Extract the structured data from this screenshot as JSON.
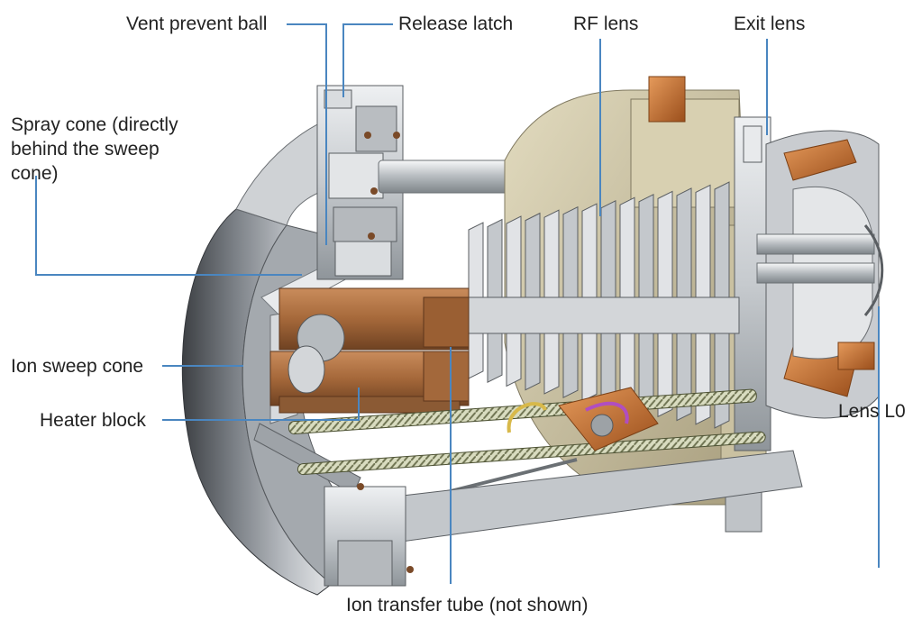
{
  "labels": {
    "vent_prevent_ball": "Vent prevent ball",
    "release_latch": "Release latch",
    "rf_lens": "RF lens",
    "exit_lens": "Exit lens",
    "spray_cone": "Spray cone (directly behind the sweep cone)",
    "ion_sweep_cone": "Ion sweep cone",
    "heater_block": "Heater block",
    "lens_l0": "Lens L0",
    "ion_transfer_tube": "Ion transfer tube (not shown)"
  },
  "colors": {
    "leader_line": "#4a86c0",
    "steel": "#c9ccd0",
    "steel_dark": "#8d9297",
    "copper": "#a5683a",
    "copper_dark": "#7a4a28",
    "beige": "#cfc6a6",
    "beige_dark": "#a79d7d",
    "orange": "#c9702d",
    "label_text": "#222222"
  }
}
